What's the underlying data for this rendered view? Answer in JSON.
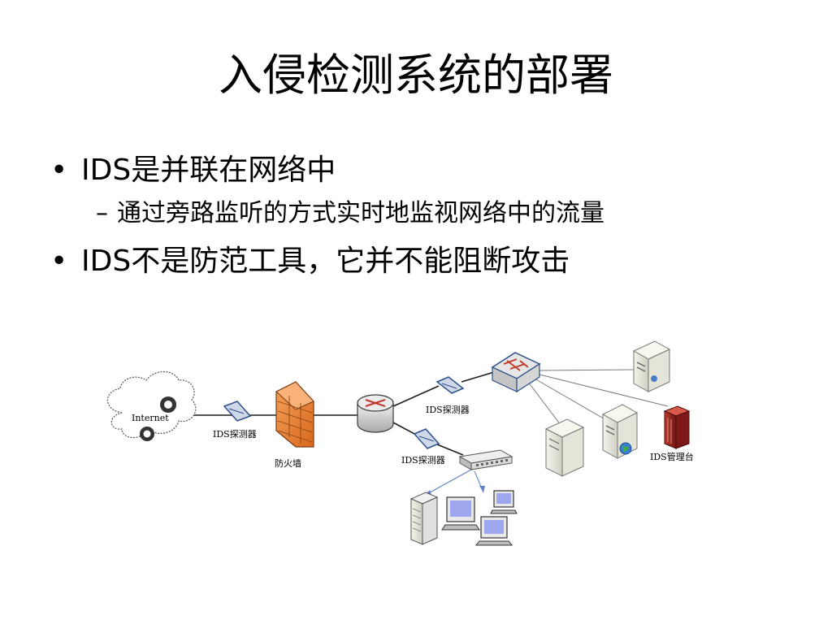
{
  "slide": {
    "title": "入侵检测系统的部署",
    "bullets": [
      {
        "marker": "•",
        "text": "IDS是并联在网络中"
      },
      {
        "marker": "–",
        "text": "通过旁路监听的方式实时地监视网络中的流量"
      },
      {
        "marker": "•",
        "text": "IDS不是防范工具，它并不能阻断攻击"
      }
    ]
  },
  "diagram": {
    "internet_label": "Internet",
    "sensor_label_1": "IDS探测器",
    "firewall_label": "防火墙",
    "sensor_label_2": "IDS探测器",
    "sensor_label_3": "IDS探测器",
    "console_label": "IDS管理台"
  },
  "colors": {
    "firewall": "#e8822e",
    "router": "#c0392b",
    "console": "#8b1a1a",
    "link": "#1c1c1c"
  }
}
